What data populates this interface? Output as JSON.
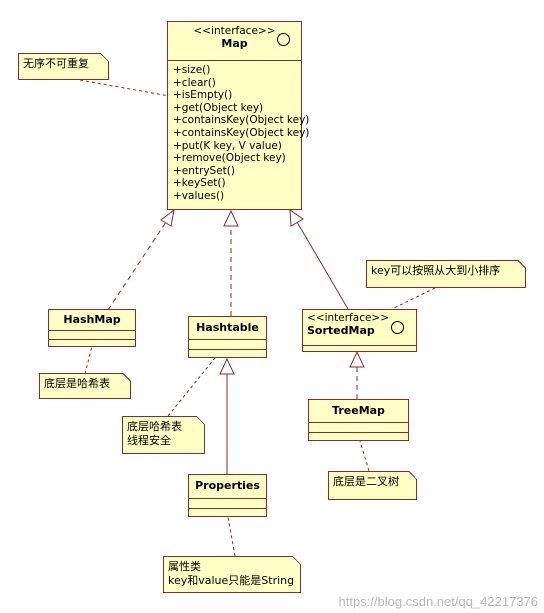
{
  "map": {
    "stereotype": "<<interface>>",
    "name": "Map",
    "methods": [
      "+size()",
      "+clear()",
      "+isEmpty()",
      "+get(Object key)",
      "+containsKey(Object key)",
      "+containsKey(Object key)",
      "+put(K key, V value)",
      "+remove(Object key)",
      "+entrySet()",
      "+keySet()",
      "+values()"
    ]
  },
  "hashmap": {
    "name": "HashMap"
  },
  "hashtable": {
    "name": "Hashtable"
  },
  "sortedmap": {
    "stereotype": "<<interface>>",
    "name": "SortedMap"
  },
  "treemap": {
    "name": "TreeMap"
  },
  "properties": {
    "name": "Properties"
  },
  "notes": {
    "map_note": "无序不可重复",
    "hashmap_note": "底层是哈希表",
    "hashtable_note_line1": "底层哈希表",
    "hashtable_note_line2": "线程安全",
    "sortedmap_note": "key可以按照从大到小排序",
    "treemap_note": "底层是二叉树",
    "properties_note_line1": "属性类",
    "properties_note_line2": "key和value只能是String"
  },
  "watermark": "https://blog.csdn.net/qq_42217376",
  "colors": {
    "box_fill": "#ffffc6",
    "box_border": "#8b2a2a"
  }
}
